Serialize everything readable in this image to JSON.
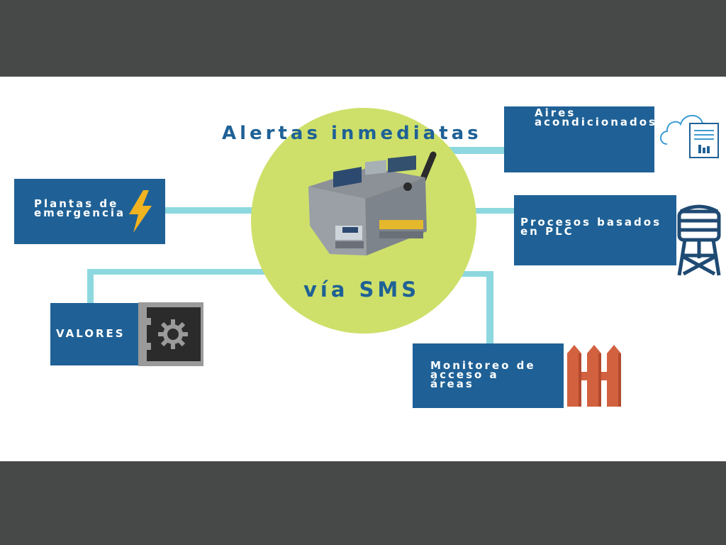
{
  "title": "Alertas inmediatas",
  "subtitle": "vía SMS",
  "colors": {
    "band": "#474948",
    "box": "#1f6196",
    "circle": "#cee06a",
    "connector": "#8dd8df",
    "bolt": "#f2b320",
    "fence": "#d2613f",
    "cloud": "#3b9bd4"
  },
  "nodes": {
    "plantas": {
      "label": "Plantas de\nemergencia",
      "icon": "lightning-bolt-icon"
    },
    "valores": {
      "label": "VALORES",
      "icon": "gear-icon"
    },
    "aires": {
      "label": "Aires\nacondicionados",
      "icon": "cloud-document-icon"
    },
    "procesos": {
      "label": "Procesos basados\nen PLC",
      "icon": "water-tower-icon"
    },
    "monitoreo": {
      "label": "Monitoreo de\nacceso a\náreas",
      "icon": "fence-icon"
    }
  },
  "center": {
    "icon": "plc-device-with-antenna-icon"
  }
}
